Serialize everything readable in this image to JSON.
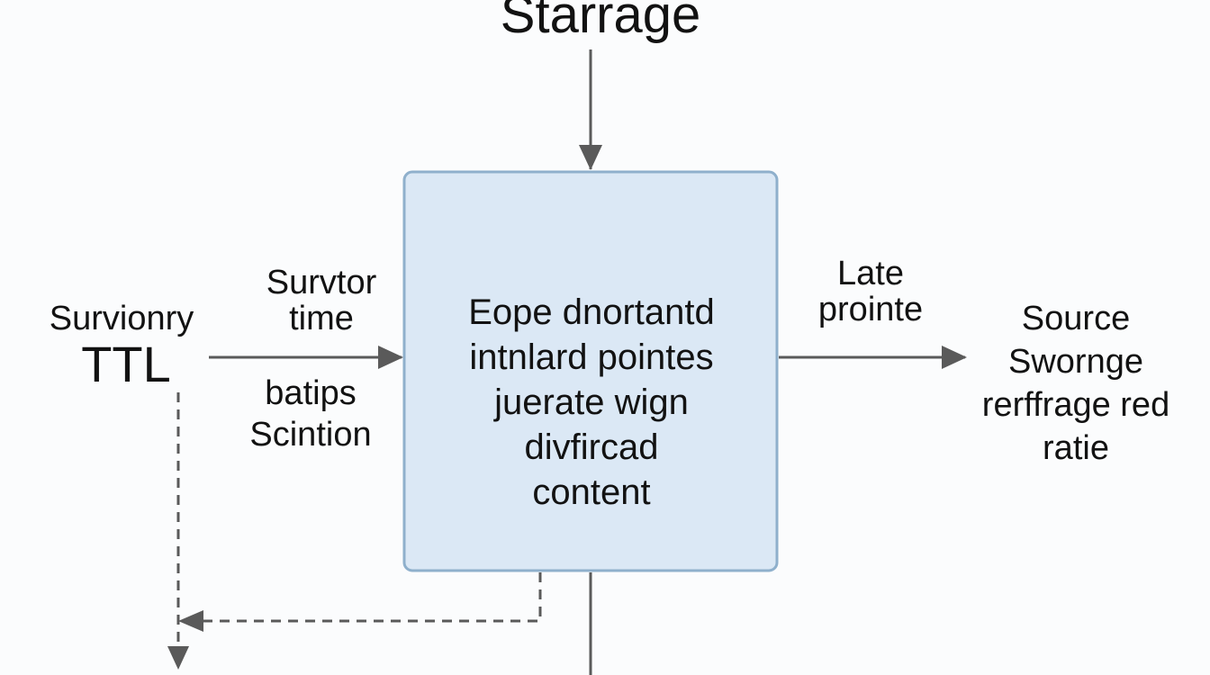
{
  "title": "Starrage",
  "left": {
    "label": "Survionry",
    "big": "TTL"
  },
  "input_edge": {
    "top_lines": [
      "Survtor",
      "time"
    ],
    "bottom_lines": [
      "batips",
      "Scintion"
    ]
  },
  "box": {
    "lines": [
      "Eope dnortantd",
      "intnlard pointes",
      "juerate wign",
      "divfircad",
      "content"
    ],
    "fill": "#dbe8f5",
    "border": "#8fb0cc"
  },
  "output_edge": {
    "lines": [
      "Late",
      "prointe"
    ]
  },
  "right": {
    "lines": [
      "Source",
      "Swornge",
      "rerffrage red",
      "ratie"
    ]
  },
  "colors": {
    "arrow": "#5a5a5a",
    "text": "#121212"
  }
}
